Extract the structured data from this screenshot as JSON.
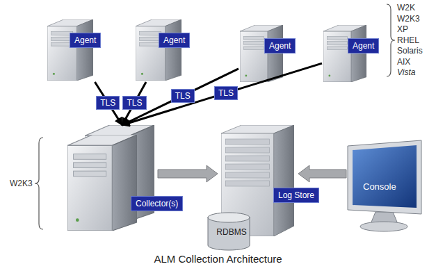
{
  "diagram": {
    "caption": "ALM Collection Architecture",
    "nodes": [
      {
        "text": [
          "Agent"
        ]
      },
      {
        "text": [
          "Agent"
        ]
      },
      {
        "text": [
          "Agent"
        ]
      },
      {
        "text": [
          "Agent"
        ]
      },
      {
        "text": [
          "Collector(s)"
        ]
      },
      {
        "text": [
          "Log Store"
        ]
      },
      {
        "text": [
          "RDBMS"
        ]
      },
      {
        "text": [
          "Console"
        ]
      }
    ],
    "edges": [
      {
        "from": 0,
        "to": 4,
        "label": "TLS",
        "arrow": "to"
      },
      {
        "from": 1,
        "to": 4,
        "label": "TLS",
        "arrow": "to"
      },
      {
        "from": 2,
        "to": 4,
        "label": "TLS",
        "arrow": "to"
      },
      {
        "from": 3,
        "to": 4,
        "label": "TLS",
        "arrow": "to"
      },
      {
        "from": 4,
        "to": 5,
        "arrow": "to"
      },
      {
        "from": 7,
        "to": 5,
        "arrow": "to"
      }
    ],
    "labels": [
      "W2K",
      "W2K3",
      "XP",
      "RHEL",
      "Solaris",
      "AIX",
      "Vista",
      "W2K3"
    ]
  }
}
